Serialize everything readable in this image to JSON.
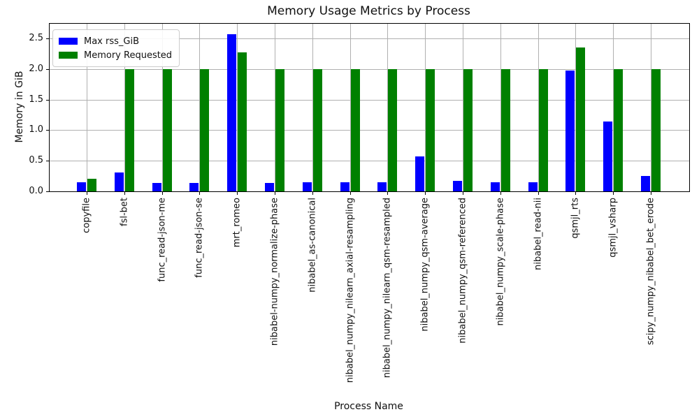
{
  "chart_data": {
    "type": "bar",
    "title": "Memory Usage Metrics by Process",
    "xlabel": "Process Name",
    "ylabel": "Memory in GiB",
    "ylim": [
      0,
      2.74
    ],
    "yticks": [
      0.0,
      0.5,
      1.0,
      1.5,
      2.0,
      2.5
    ],
    "grid": true,
    "legend_position": "upper left",
    "categories": [
      "copyfile",
      "fsl-bet",
      "func_read-json-me",
      "func_read-json-se",
      "mrt_romeo",
      "nibabel-numpy_normalize-phase",
      "nibabel_as-canonical",
      "nibabel_numpy_nilearn_axial-resampling",
      "nibabel_numpy_nilearn_qsm-resampled",
      "nibabel_numpy_qsm-average",
      "nibabel_numpy_qsm-referenced",
      "nibabel_numpy_scale-phase",
      "nibabel_read-nii",
      "qsmjl_rts",
      "qsmjl_vsharp",
      "scipy_numpy_nibabel_bet_erode"
    ],
    "series": [
      {
        "name": "Max rss_GiB",
        "color": "#0000ff",
        "values": [
          0.15,
          0.31,
          0.14,
          0.14,
          2.57,
          0.14,
          0.15,
          0.15,
          0.15,
          0.57,
          0.17,
          0.15,
          0.15,
          1.97,
          1.14,
          0.25
        ]
      },
      {
        "name": "Memory Requested",
        "color": "#008000",
        "values": [
          0.21,
          2.0,
          2.0,
          2.0,
          2.27,
          2.0,
          2.0,
          2.0,
          2.0,
          2.0,
          2.0,
          2.0,
          2.0,
          2.35,
          2.0,
          2.0
        ]
      }
    ]
  }
}
